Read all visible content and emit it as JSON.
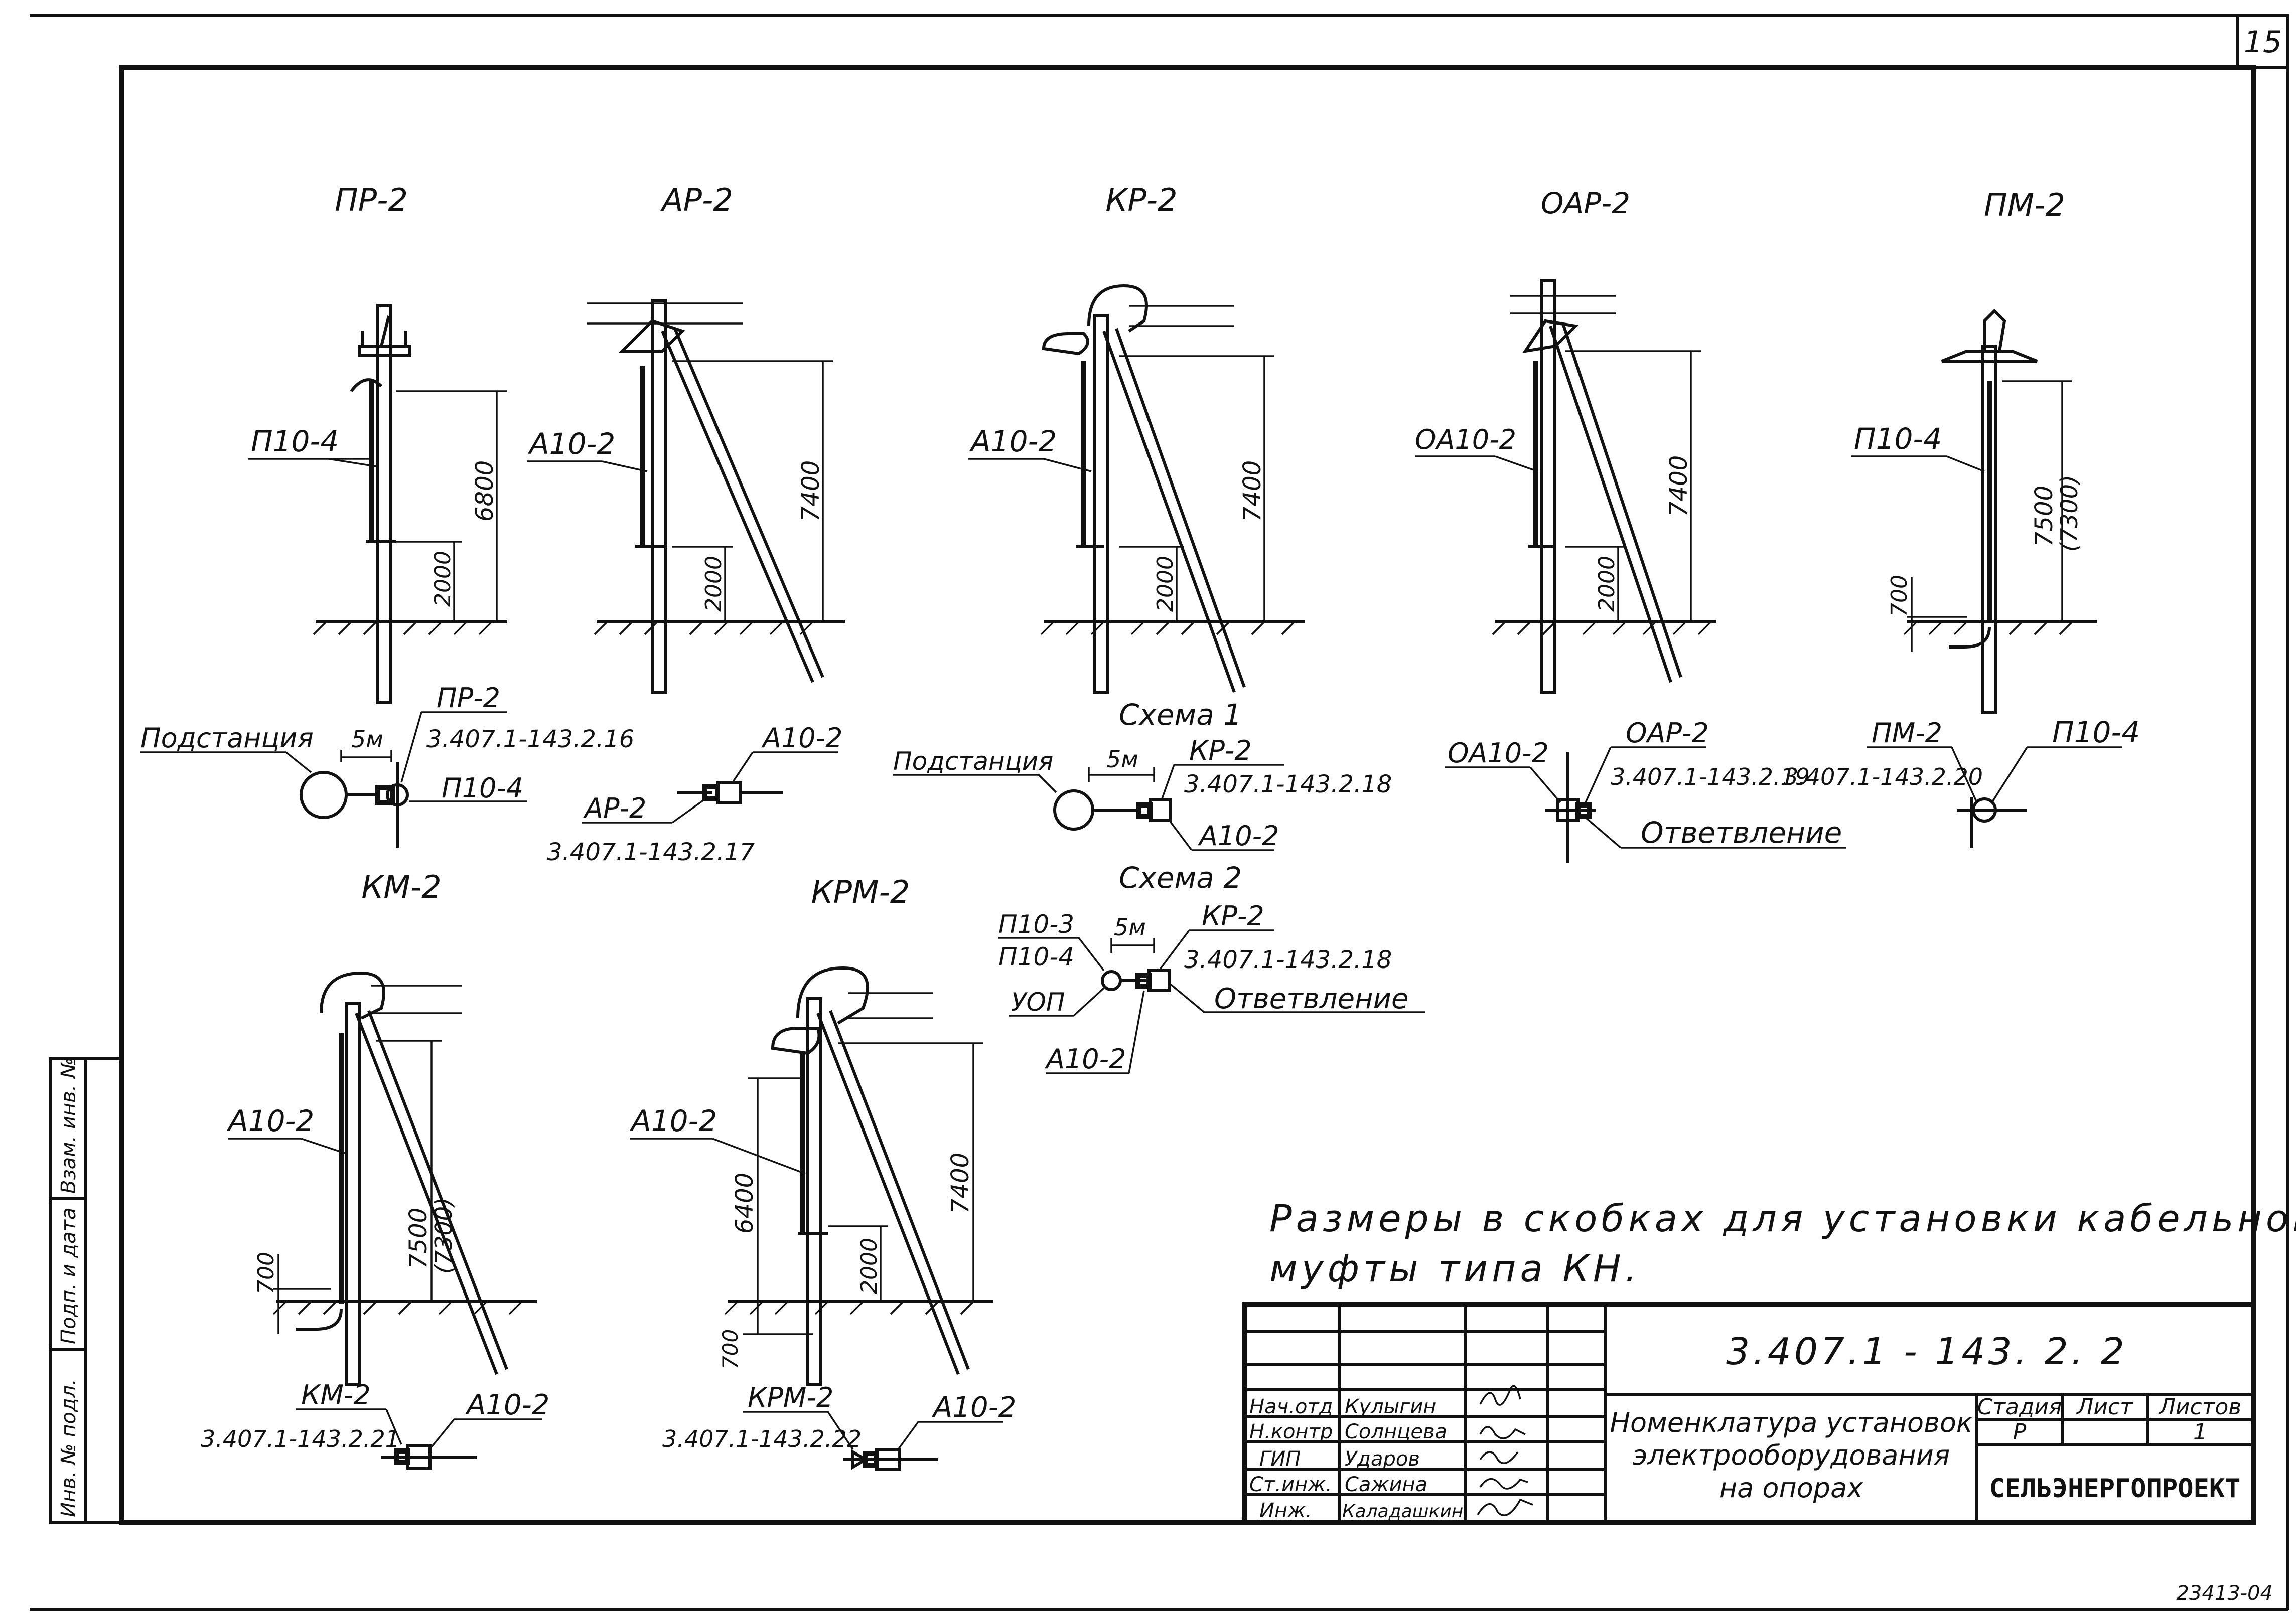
{
  "sheet": {
    "page_number": "15",
    "archive_number": "23413-04",
    "note_line1": "Размеры в скобках для установки кабельной",
    "note_line2": "муфты типа КН."
  },
  "supports": [
    {
      "title": "ПР-2",
      "part": "П10-4",
      "dim_main": "6800",
      "dim_low": "2000"
    },
    {
      "title": "АР-2",
      "part": "А10-2",
      "dim_main": "7400",
      "dim_low": "2000"
    },
    {
      "title": "КР-2",
      "part": "А10-2",
      "dim_main": "7400",
      "dim_low": "2000"
    },
    {
      "title": "ОАР-2",
      "part": "ОА10-2",
      "dim_main": "7400",
      "dim_low": "2000"
    },
    {
      "title": "ПМ-2",
      "part": "П10-4",
      "dim_main": "7500",
      "dim_main_alt": "(7300)",
      "dim_low": "700"
    },
    {
      "title": "КМ-2",
      "part": "А10-2",
      "dim_main": "7500",
      "dim_main_alt": "(7300)",
      "dim_low": "700"
    },
    {
      "title": "КРМ-2",
      "part": "А10-2",
      "dim_main": "7400",
      "dim_upper": "6400",
      "dim_low": "2000",
      "dim_base": "700"
    }
  ],
  "plans": {
    "pr2": {
      "substation": "Подстанция",
      "dist": "5м",
      "ref_code": "ПР-2",
      "doc": "3.407.1-143.2.16",
      "part": "П10-4"
    },
    "ar2": {
      "ref_code": "АР-2",
      "doc": "3.407.1-143.2.17",
      "part": "А10-2"
    },
    "scheme1": {
      "title": "Схема 1",
      "substation": "Подстанция",
      "dist": "5м",
      "ref_code": "КР-2",
      "doc": "3.407.1-143.2.18",
      "part": "А10-2"
    },
    "scheme2": {
      "title": "Схема 2",
      "part_top": "П10-3",
      "part_bottom": "П10-4",
      "dist": "5м",
      "ref_code": "КР-2",
      "doc": "3.407.1-143.2.18",
      "uop": "УОП",
      "branch": "Ответвление",
      "part": "А10-2"
    },
    "oar2": {
      "part": "ОА10-2",
      "ref_code": "ОАР-2",
      "doc": "3.407.1-143.2.19",
      "branch": "Ответвление"
    },
    "pm2": {
      "ref_code": "ПМ-2",
      "doc": "3.407.1-143.2.20",
      "part": "П10-4"
    },
    "km2": {
      "ref_code": "КМ-2",
      "doc": "3.407.1-143.2.21",
      "part": "А10-2"
    },
    "krm2": {
      "ref_code": "КРМ-2",
      "doc": "3.407.1-143.2.22",
      "part": "А10-2"
    }
  },
  "title_block": {
    "doc_code": "3.407.1 - 143. 2. 2",
    "name_line1": "Номенклатура установок",
    "name_line2": "электрооборудования",
    "name_line3": "на опорах",
    "stage_label": "Стадия",
    "sheet_label": "Лист",
    "sheets_label": "Листов",
    "stage_value": "Р",
    "sheets_value": "1",
    "org": "СЕЛЬЭНЕРГОПРОЕКТ",
    "rows": [
      {
        "role": "Нач.отд",
        "name": "Кулыгин"
      },
      {
        "role": "Н.контр",
        "name": "Солнцева"
      },
      {
        "role": "ГИП",
        "name": "Ударов"
      },
      {
        "role": "Ст.инж.",
        "name": "Сажина"
      },
      {
        "role": "Инж.",
        "name": "Каладашкин"
      }
    ]
  },
  "side_stamp": {
    "inv_podl": "Инв. № подл.",
    "podp_data": "Подп. и дата",
    "vzam_inv": "Взам. инв. №"
  }
}
